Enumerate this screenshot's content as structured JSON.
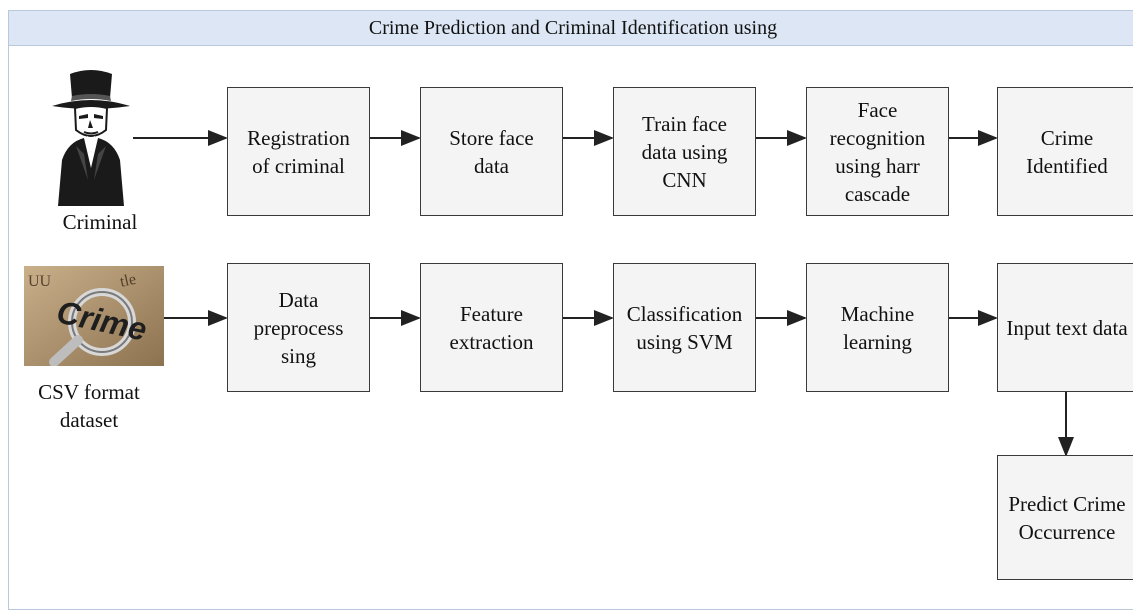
{
  "title": "Crime Prediction and Criminal Identification using",
  "inputs": {
    "criminal_label": "Criminal",
    "dataset_label": "CSV format\ndataset",
    "dataset_image_text": "Crime"
  },
  "face_pipeline": [
    "Registration\nof criminal",
    "Store face\ndata",
    "Train face\ndata using\nCNN",
    "Face\nrecognition\nusing harr\ncascade",
    "Crime\nIdentified"
  ],
  "data_pipeline": [
    "Data\npreprocess\nsing",
    "Feature\nextraction",
    "Classification\nusing SVM",
    "Machine\nlearning",
    "Input text data"
  ],
  "output": {
    "prediction_label": "Predict Crime\nOccurrence"
  },
  "colors": {
    "title_bg": "#dce6f4",
    "box_bg": "#f4f4f4",
    "box_border": "#3a3a3a",
    "arrow": "#222222"
  }
}
